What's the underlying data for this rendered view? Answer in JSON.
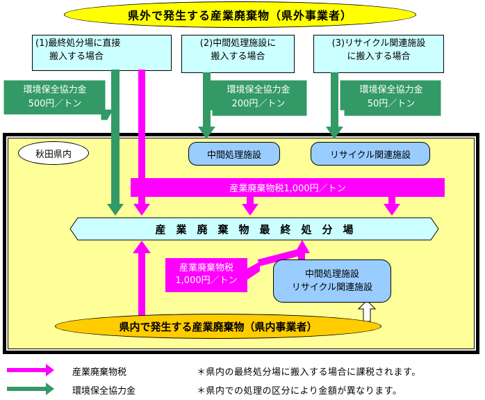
{
  "header": {
    "title": "県外で発生する産業廃棄物（県外事業者）"
  },
  "cases": [
    {
      "line1": "(1)最終処分場に直接",
      "line2": "搬入する場合"
    },
    {
      "line1": "(2)中間処理施設に",
      "line2": "搬入する場合"
    },
    {
      "line1": "(3)リサイクル関連施設",
      "line2": "に搬入する場合"
    }
  ],
  "fees": [
    {
      "name": "環境保全協力金",
      "amount": "500円／トン"
    },
    {
      "name": "環境保全協力金",
      "amount": "200円／トン"
    },
    {
      "name": "環境保全協力金",
      "amount": "50円／トン"
    }
  ],
  "prefecture": {
    "label": "秋田県内"
  },
  "facilities": {
    "intermediate": "中間処理施設",
    "recycling": "リサイクル関連施設"
  },
  "tax_band": {
    "label": "産業廃棄物税1,000円／トン"
  },
  "final_disposal": {
    "label": "産業廃棄物最終処分場"
  },
  "instate_tax": {
    "line1": "産業廃棄物税",
    "line2": "1,000円／トン"
  },
  "instate_facilities": {
    "line1": "中間処理施設",
    "line2": "リサイクル関連施設"
  },
  "instate_source": {
    "label": "県内で発生する産業廃棄物（県内事業者）"
  },
  "legend": {
    "tax": "産業廃棄物税",
    "fee": "環境保全協力金"
  },
  "notes": {
    "note1": "＊県内の最終処分場に搬入する場合に課税されます。",
    "note2": "＊県内での処理の区分により金額が異なります。"
  },
  "colors": {
    "tax_magenta": "#ff00ff",
    "fee_green": "#339966",
    "frame_fill": "#ffff99",
    "top_ellipse": "#ffff00",
    "bottom_ellipse": "#ffcc00",
    "facility_blue": "#99ccff",
    "case_cyan": "#ccffff"
  }
}
